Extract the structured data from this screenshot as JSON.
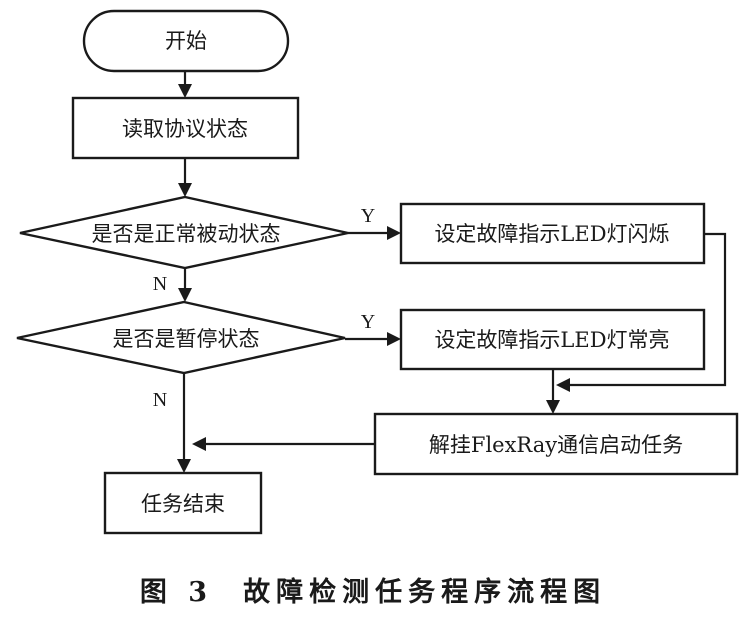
{
  "diagram": {
    "type": "flowchart",
    "nodes": {
      "start": {
        "shape": "terminator",
        "text": "开始"
      },
      "read_state": {
        "shape": "process",
        "text": "读取协议状态"
      },
      "decision_passive": {
        "shape": "decision",
        "text": "是否是正常被动状态"
      },
      "decision_pause": {
        "shape": "decision",
        "text": "是否是暂停状态"
      },
      "led_blink": {
        "shape": "process",
        "text": "设定故障指示LED灯闪烁"
      },
      "led_on": {
        "shape": "process",
        "text": "设定故障指示LED灯常亮"
      },
      "resume_task": {
        "shape": "process",
        "text": "解挂FlexRay通信启动任务"
      },
      "end": {
        "shape": "process",
        "text": "任务结束"
      }
    },
    "edge_labels": {
      "passive_yes": "Y",
      "passive_no": "N",
      "pause_yes": "Y",
      "pause_no": "N"
    },
    "edges": [
      {
        "from": "start",
        "to": "read_state",
        "label": ""
      },
      {
        "from": "read_state",
        "to": "decision_passive",
        "label": ""
      },
      {
        "from": "decision_passive",
        "to": "led_blink",
        "label": "Y"
      },
      {
        "from": "decision_passive",
        "to": "decision_pause",
        "label": "N"
      },
      {
        "from": "decision_pause",
        "to": "led_on",
        "label": "Y"
      },
      {
        "from": "decision_pause",
        "to": "end",
        "label": "N"
      },
      {
        "from": "led_blink",
        "to": "resume_task",
        "label": ""
      },
      {
        "from": "led_on",
        "to": "resume_task",
        "label": ""
      },
      {
        "from": "resume_task",
        "to": "end",
        "label": ""
      }
    ]
  },
  "caption": {
    "figure_number": "图 3",
    "title": "故障检测任务程序流程图"
  }
}
